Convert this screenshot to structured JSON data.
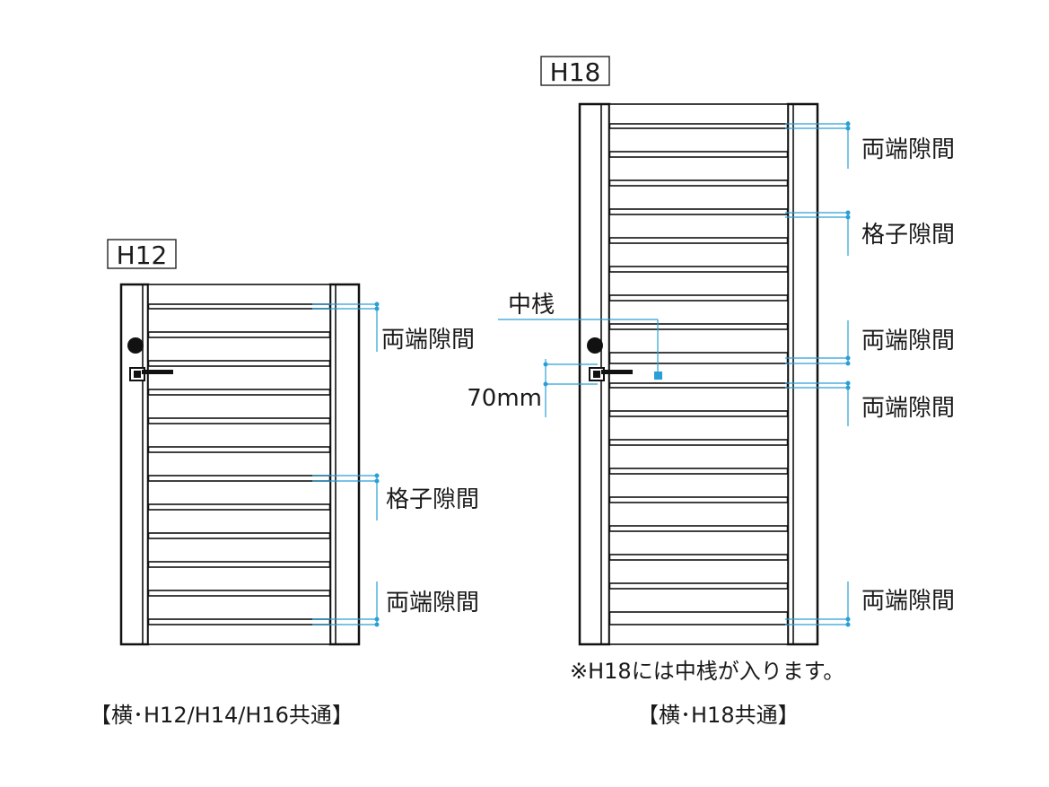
{
  "left_gate": {
    "tag": "H12",
    "labels": {
      "top_gap": "両端隙間",
      "mid_gap": "格子隙間",
      "bottom_gap": "両端隙間"
    },
    "caption": "【横･H12/H14/H16共通】"
  },
  "right_gate": {
    "tag": "H18",
    "labels": {
      "top_gap": "両端隙間",
      "mid_gap": "格子隙間",
      "center_gap_upper": "両端隙間",
      "center_gap_lower": "両端隙間",
      "bottom_gap": "両端隙間",
      "middle_rail": "中桟",
      "offset": "70mm"
    },
    "note": "※H18には中桟が入ります。",
    "caption": "【横･H18共通】"
  },
  "colors": {
    "line": "#111111",
    "dimension": "#2a9fd6",
    "background": "#ffffff"
  }
}
